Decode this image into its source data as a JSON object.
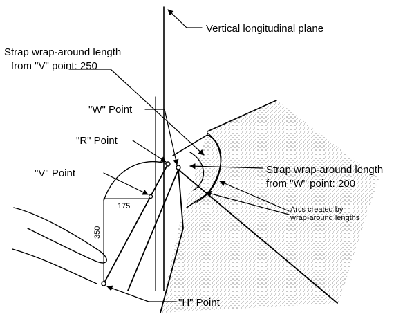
{
  "labels": {
    "vertical_plane": "Vertical longitudinal plane",
    "strap_v_line1": "Strap wrap-around length",
    "strap_v_line2": "from \"V\" point: 250",
    "w_point": "\"W\" Point",
    "r_point": "\"R\" Point",
    "v_point": "\"V\" Point",
    "strap_w_line1": "Strap wrap-around length",
    "strap_w_line2": "from \"W\" point: 200",
    "arcs_line1": "Arcs created by",
    "arcs_line2": "wrap-around lengths",
    "dim_175": "175",
    "dim_350": "350",
    "h_point": "\"H\" Point"
  },
  "colors": {
    "ink": "#000000",
    "background": "#ffffff",
    "stipple": "#8c8c8c"
  }
}
